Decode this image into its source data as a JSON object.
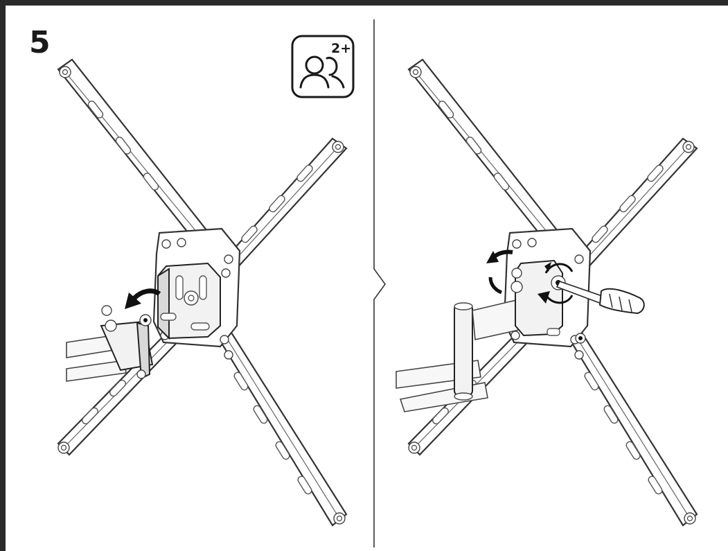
{
  "step": {
    "number": "5"
  },
  "persons_badge": {
    "label": "2+",
    "icon": "two-persons-icon"
  },
  "panels": [
    {
      "name": "panel-attach-bracket",
      "icon": "rotate-ccw-arrow-icon"
    },
    {
      "name": "panel-tighten-screw",
      "icon": "screwdriver-icon"
    }
  ],
  "colors": {
    "ink": "#1a1a1a",
    "frame": "#2a2a2a",
    "background": "#ffffff"
  }
}
